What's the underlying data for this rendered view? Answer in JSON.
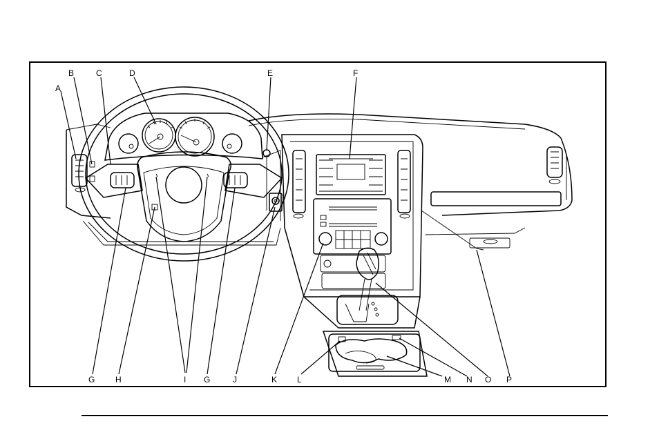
{
  "figure": {
    "labels": {
      "A": "A",
      "B": "B",
      "C": "C",
      "D": "D",
      "E": "E",
      "F": "F",
      "G1": "G",
      "H": "H",
      "I": "I",
      "G2": "G",
      "J": "J",
      "K": "K",
      "L": "L",
      "M": "M",
      "N": "N",
      "O": "O",
      "P": "P"
    }
  },
  "colors": {
    "ink": "#000000",
    "paper": "#ffffff"
  }
}
